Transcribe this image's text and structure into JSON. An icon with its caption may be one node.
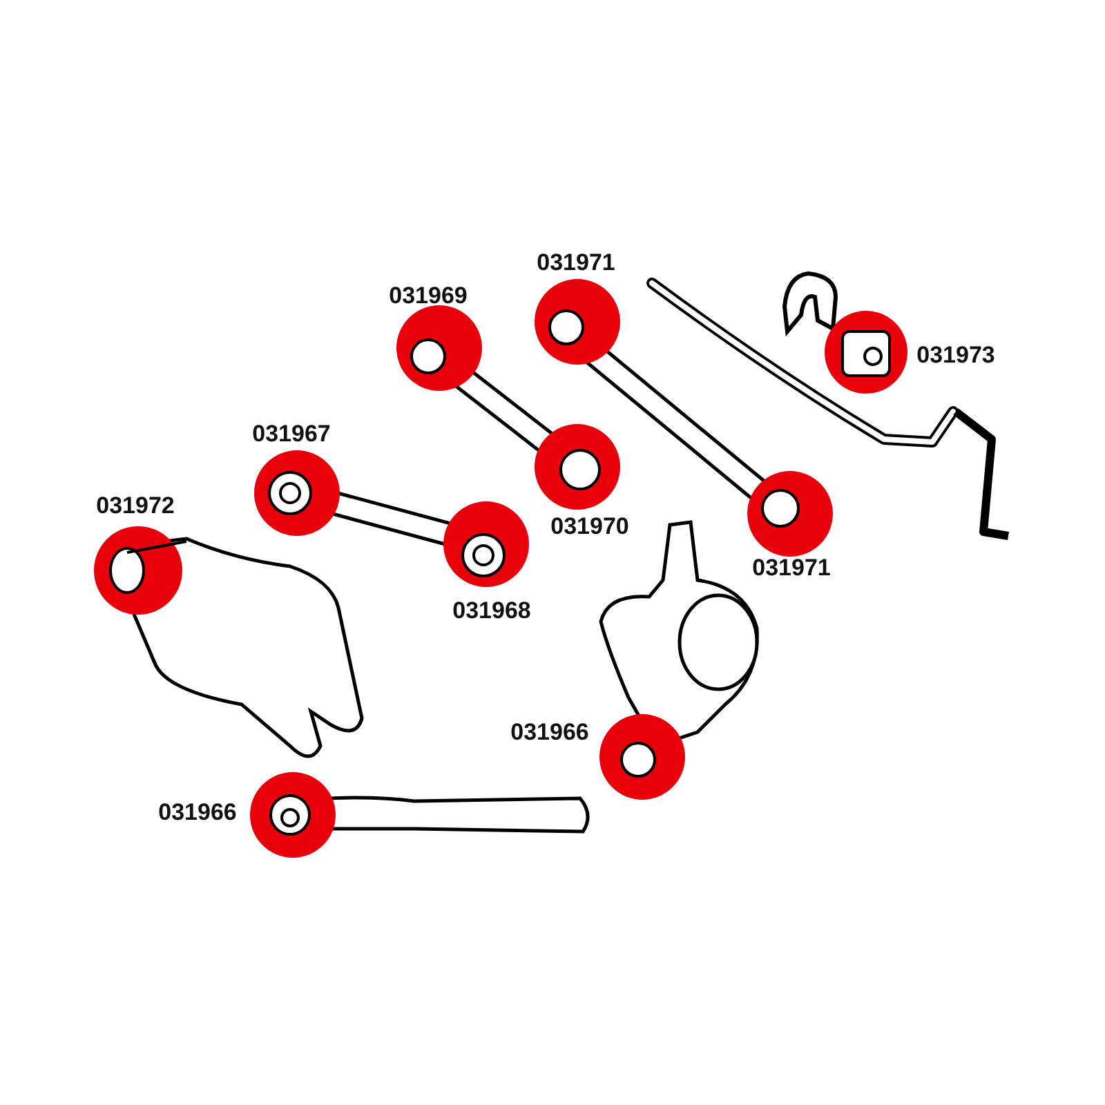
{
  "diagram": {
    "labels": [
      "031971",
      "031969",
      "031973",
      "031967",
      "031972",
      "031970",
      "031971",
      "031968",
      "031966",
      "031966"
    ]
  }
}
